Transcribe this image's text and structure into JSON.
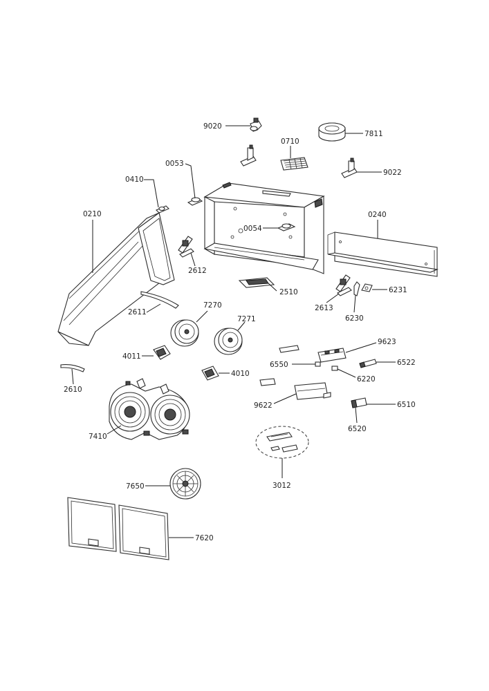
{
  "labels": {
    "p9020": "9020",
    "p7811": "7811",
    "p0710": "0710",
    "p9022": "9022",
    "p0053": "0053",
    "p0410": "0410",
    "p0210": "0210",
    "p0240": "0240",
    "p0054": "0054",
    "p2612": "2612",
    "p2510": "2510",
    "p2613": "2613",
    "p6231": "6231",
    "p6230": "6230",
    "p2611": "2611",
    "p7270": "7270",
    "p7271": "7271",
    "p9623": "9623",
    "p4011": "4011",
    "p6550": "6550",
    "p6522": "6522",
    "p4010": "4010",
    "p6220": "6220",
    "p2610": "2610",
    "p9622": "9622",
    "p6510": "6510",
    "p7410": "7410",
    "p6520": "6520",
    "p3012": "3012",
    "p7650": "7650",
    "p7620": "7620"
  }
}
